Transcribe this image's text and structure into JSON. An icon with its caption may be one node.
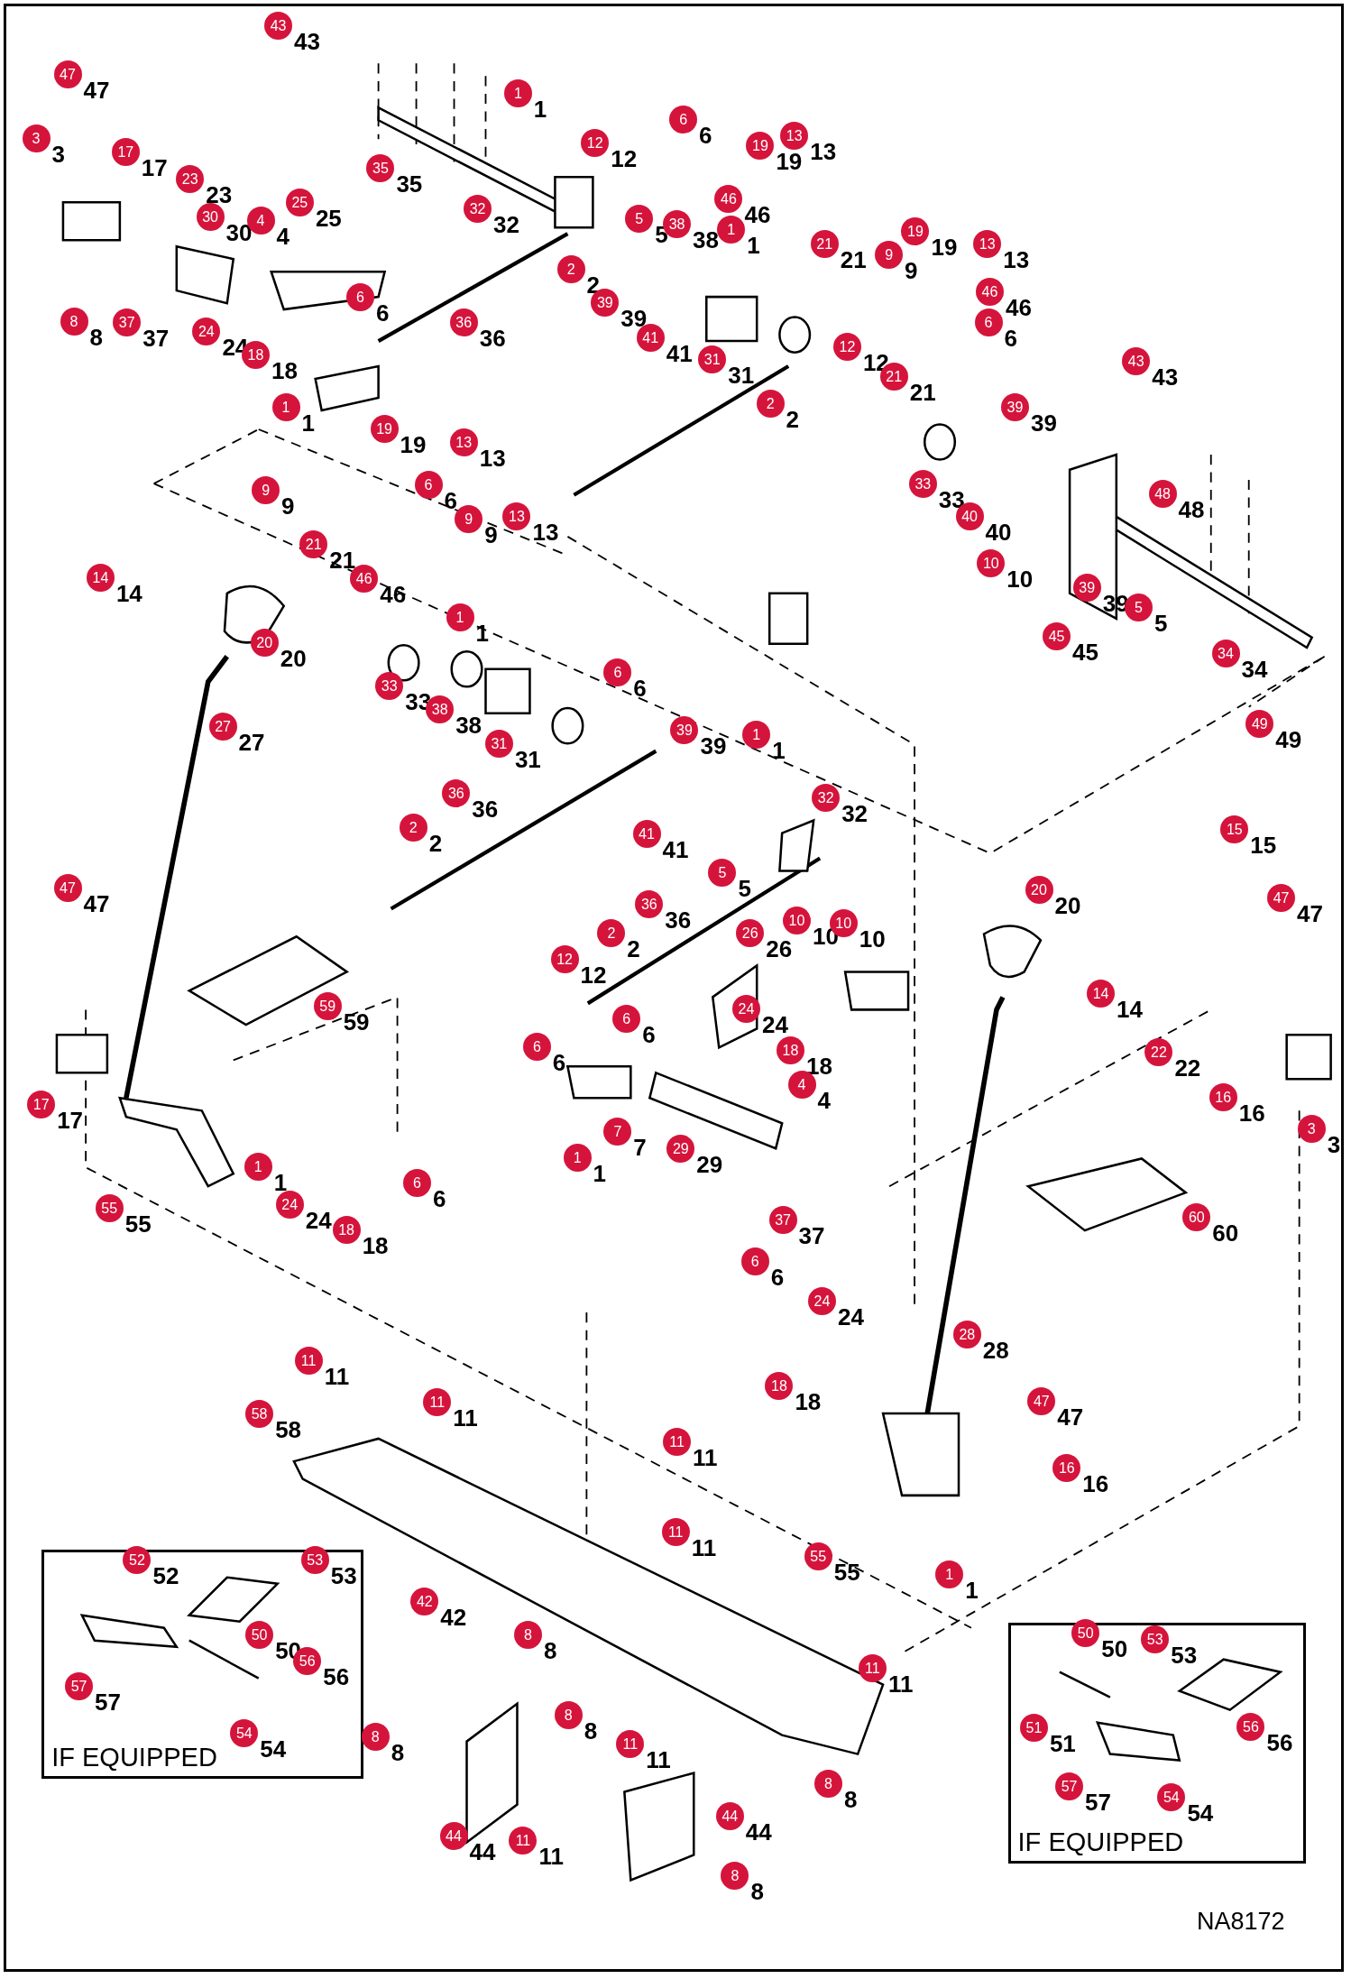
{
  "diagram": {
    "nodes": [
      {
        "text": [
          "IF EQUIPPED"
        ]
      },
      {
        "text": [
          "IF EQUIPPED"
        ]
      },
      {
        "text": [
          "43"
        ],
        "beside": [
          "43"
        ]
      },
      {
        "text": [
          "47"
        ],
        "beside": [
          "47"
        ]
      },
      {
        "text": [
          "3"
        ],
        "beside": [
          "3"
        ]
      },
      {
        "text": [
          "17"
        ],
        "beside": [
          "17"
        ]
      },
      {
        "text": [
          "23"
        ],
        "beside": [
          "23"
        ]
      },
      {
        "text": [
          "30"
        ],
        "beside": [
          "30"
        ]
      },
      {
        "text": [
          "4"
        ],
        "beside": [
          "4"
        ]
      },
      {
        "text": [
          "25"
        ],
        "beside": [
          "25"
        ]
      },
      {
        "text": [
          "8"
        ],
        "beside": [
          "8"
        ]
      },
      {
        "text": [
          "37"
        ],
        "beside": [
          "37"
        ]
      },
      {
        "text": [
          "24"
        ],
        "beside": [
          "24"
        ]
      },
      {
        "text": [
          "18"
        ],
        "beside": [
          "18"
        ]
      },
      {
        "text": [
          "6"
        ],
        "beside": [
          "6"
        ]
      },
      {
        "text": [
          "1"
        ],
        "beside": [
          "1"
        ]
      },
      {
        "text": [
          "19"
        ],
        "beside": [
          "19"
        ]
      },
      {
        "text": [
          "36"
        ],
        "beside": [
          "36"
        ]
      },
      {
        "text": [
          "35"
        ],
        "beside": [
          "35"
        ]
      },
      {
        "text": [
          "32"
        ],
        "beside": [
          "32"
        ]
      },
      {
        "text": [
          "1"
        ],
        "beside": [
          "1"
        ]
      },
      {
        "text": [
          "12"
        ],
        "beside": [
          "12"
        ]
      },
      {
        "text": [
          "5"
        ],
        "beside": [
          "5"
        ]
      },
      {
        "text": [
          "2"
        ],
        "beside": [
          "2"
        ]
      },
      {
        "text": [
          "6"
        ],
        "beside": [
          "6"
        ]
      },
      {
        "text": [
          "46"
        ],
        "beside": [
          "46"
        ]
      },
      {
        "text": [
          "38"
        ],
        "beside": [
          "38"
        ]
      },
      {
        "text": [
          "1"
        ],
        "beside": [
          "1"
        ]
      },
      {
        "text": [
          "19"
        ],
        "beside": [
          "19"
        ]
      },
      {
        "text": [
          "13"
        ],
        "beside": [
          "13"
        ]
      },
      {
        "text": [
          "21"
        ],
        "beside": [
          "21"
        ]
      },
      {
        "text": [
          "39"
        ],
        "beside": [
          "39"
        ]
      },
      {
        "text": [
          "41"
        ],
        "beside": [
          "41"
        ]
      },
      {
        "text": [
          "31"
        ],
        "beside": [
          "31"
        ]
      },
      {
        "text": [
          "12"
        ],
        "beside": [
          "12"
        ]
      },
      {
        "text": [
          "2"
        ],
        "beside": [
          "2"
        ]
      },
      {
        "text": [
          "9"
        ],
        "beside": [
          "9"
        ]
      },
      {
        "text": [
          "19"
        ],
        "beside": [
          "19"
        ]
      },
      {
        "text": [
          "13"
        ],
        "beside": [
          "13"
        ]
      },
      {
        "text": [
          "46"
        ],
        "beside": [
          "46"
        ]
      },
      {
        "text": [
          "6"
        ],
        "beside": [
          "6"
        ]
      },
      {
        "text": [
          "21"
        ],
        "beside": [
          "21"
        ]
      },
      {
        "text": [
          "39"
        ],
        "beside": [
          "39"
        ]
      },
      {
        "text": [
          "43"
        ],
        "beside": [
          "43"
        ]
      },
      {
        "text": [
          "33"
        ],
        "beside": [
          "33"
        ]
      },
      {
        "text": [
          "40"
        ],
        "beside": [
          "40"
        ]
      },
      {
        "text": [
          "48"
        ],
        "beside": [
          "48"
        ]
      },
      {
        "text": [
          "10"
        ],
        "beside": [
          "10"
        ]
      },
      {
        "text": [
          "39"
        ],
        "beside": [
          "39"
        ]
      },
      {
        "text": [
          "5"
        ],
        "beside": [
          "5"
        ]
      },
      {
        "text": [
          "45"
        ],
        "beside": [
          "45"
        ]
      },
      {
        "text": [
          "34"
        ],
        "beside": [
          "34"
        ]
      },
      {
        "text": [
          "13"
        ],
        "beside": [
          "13"
        ]
      },
      {
        "text": [
          "9"
        ],
        "beside": [
          "9"
        ]
      },
      {
        "text": [
          "6"
        ],
        "beside": [
          "6"
        ]
      },
      {
        "text": [
          "9"
        ],
        "beside": [
          "9"
        ]
      },
      {
        "text": [
          "13"
        ],
        "beside": [
          "13"
        ]
      },
      {
        "text": [
          "21"
        ],
        "beside": [
          "21"
        ]
      },
      {
        "text": [
          "46"
        ],
        "beside": [
          "46"
        ]
      },
      {
        "text": [
          "1"
        ],
        "beside": [
          "1"
        ]
      },
      {
        "text": [
          "14"
        ],
        "beside": [
          "14"
        ]
      },
      {
        "text": [
          "20"
        ],
        "beside": [
          "20"
        ]
      },
      {
        "text": [
          "33"
        ],
        "beside": [
          "33"
        ]
      },
      {
        "text": [
          "38"
        ],
        "beside": [
          "38"
        ]
      },
      {
        "text": [
          "31"
        ],
        "beside": [
          "31"
        ]
      },
      {
        "text": [
          "6"
        ],
        "beside": [
          "6"
        ]
      },
      {
        "text": [
          "27"
        ],
        "beside": [
          "27"
        ]
      },
      {
        "text": [
          "39"
        ],
        "beside": [
          "39"
        ]
      },
      {
        "text": [
          "1"
        ],
        "beside": [
          "1"
        ]
      },
      {
        "text": [
          "36"
        ],
        "beside": [
          "36"
        ]
      },
      {
        "text": [
          "32"
        ],
        "beside": [
          "32"
        ]
      },
      {
        "text": [
          "2"
        ],
        "beside": [
          "2"
        ]
      },
      {
        "text": [
          "41"
        ],
        "beside": [
          "41"
        ]
      },
      {
        "text": [
          "5"
        ],
        "beside": [
          "5"
        ]
      },
      {
        "text": [
          "49"
        ],
        "beside": [
          "49"
        ]
      },
      {
        "text": [
          "15"
        ],
        "beside": [
          "15"
        ]
      },
      {
        "text": [
          "47"
        ],
        "beside": [
          "47"
        ]
      },
      {
        "text": [
          "36"
        ],
        "beside": [
          "36"
        ]
      },
      {
        "text": [
          "2"
        ],
        "beside": [
          "2"
        ]
      },
      {
        "text": [
          "26"
        ],
        "beside": [
          "26"
        ]
      },
      {
        "text": [
          "10"
        ],
        "beside": [
          "10"
        ]
      },
      {
        "text": [
          "10"
        ],
        "beside": [
          "10"
        ]
      },
      {
        "text": [
          "12"
        ],
        "beside": [
          "12"
        ]
      },
      {
        "text": [
          "59"
        ],
        "beside": [
          "59"
        ]
      },
      {
        "text": [
          "20"
        ],
        "beside": [
          "20"
        ]
      },
      {
        "text": [
          "47"
        ],
        "beside": [
          "47"
        ]
      },
      {
        "text": [
          "14"
        ],
        "beside": [
          "14"
        ]
      },
      {
        "text": [
          "6"
        ],
        "beside": [
          "6"
        ]
      },
      {
        "text": [
          "24"
        ],
        "beside": [
          "24"
        ]
      },
      {
        "text": [
          "6"
        ],
        "beside": [
          "6"
        ]
      },
      {
        "text": [
          "18"
        ],
        "beside": [
          "18"
        ]
      },
      {
        "text": [
          "4"
        ],
        "beside": [
          "4"
        ]
      },
      {
        "text": [
          "22"
        ],
        "beside": [
          "22"
        ]
      },
      {
        "text": [
          "16"
        ],
        "beside": [
          "16"
        ]
      },
      {
        "text": [
          "3"
        ],
        "beside": [
          "3"
        ]
      },
      {
        "text": [
          "17"
        ],
        "beside": [
          "17"
        ]
      },
      {
        "text": [
          "7"
        ],
        "beside": [
          "7"
        ]
      },
      {
        "text": [
          "29"
        ],
        "beside": [
          "29"
        ]
      },
      {
        "text": [
          "1"
        ],
        "beside": [
          "1"
        ]
      },
      {
        "text": [
          "1"
        ],
        "beside": [
          "1"
        ]
      },
      {
        "text": [
          "6"
        ],
        "beside": [
          "6"
        ]
      },
      {
        "text": [
          "24"
        ],
        "beside": [
          "24"
        ]
      },
      {
        "text": [
          "18"
        ],
        "beside": [
          "18"
        ]
      },
      {
        "text": [
          "55"
        ],
        "beside": [
          "55"
        ]
      },
      {
        "text": [
          "37"
        ],
        "beside": [
          "37"
        ]
      },
      {
        "text": [
          "60"
        ],
        "beside": [
          "60"
        ]
      },
      {
        "text": [
          "6"
        ],
        "beside": [
          "6"
        ]
      },
      {
        "text": [
          "24"
        ],
        "beside": [
          "24"
        ]
      },
      {
        "text": [
          "28"
        ],
        "beside": [
          "28"
        ]
      },
      {
        "text": [
          "18"
        ],
        "beside": [
          "18"
        ]
      },
      {
        "text": [
          "11"
        ],
        "beside": [
          "11"
        ]
      },
      {
        "text": [
          "58"
        ],
        "beside": [
          "58"
        ]
      },
      {
        "text": [
          "11"
        ],
        "beside": [
          "11"
        ]
      },
      {
        "text": [
          "47"
        ],
        "beside": [
          "47"
        ]
      },
      {
        "text": [
          "11"
        ],
        "beside": [
          "11"
        ]
      },
      {
        "text": [
          "16"
        ],
        "beside": [
          "16"
        ]
      },
      {
        "text": [
          "11"
        ],
        "beside": [
          "11"
        ]
      },
      {
        "text": [
          "55"
        ],
        "beside": [
          "55"
        ]
      },
      {
        "text": [
          "1"
        ],
        "beside": [
          "1"
        ]
      },
      {
        "text": [
          "52"
        ],
        "beside": [
          "52"
        ],
        "in": 0
      },
      {
        "text": [
          "53"
        ],
        "beside": [
          "53"
        ],
        "in": 0
      },
      {
        "text": [
          "50"
        ],
        "beside": [
          "50"
        ],
        "in": 0
      },
      {
        "text": [
          "56"
        ],
        "beside": [
          "56"
        ],
        "in": 0
      },
      {
        "text": [
          "57"
        ],
        "beside": [
          "57"
        ],
        "in": 0
      },
      {
        "text": [
          "54"
        ],
        "beside": [
          "54"
        ],
        "in": 0
      },
      {
        "text": [
          "42"
        ],
        "beside": [
          "42"
        ]
      },
      {
        "text": [
          "8"
        ],
        "beside": [
          "8"
        ]
      },
      {
        "text": [
          "8"
        ],
        "beside": [
          "8"
        ]
      },
      {
        "text": [
          "8"
        ],
        "beside": [
          "8"
        ]
      },
      {
        "text": [
          "11"
        ],
        "beside": [
          "11"
        ]
      },
      {
        "text": [
          "11"
        ],
        "beside": [
          "11"
        ]
      },
      {
        "text": [
          "8"
        ],
        "beside": [
          "8"
        ]
      },
      {
        "text": [
          "44"
        ],
        "beside": [
          "44"
        ]
      },
      {
        "text": [
          "44"
        ],
        "beside": [
          "44"
        ]
      },
      {
        "text": [
          "11"
        ],
        "beside": [
          "11"
        ]
      },
      {
        "text": [
          "8"
        ],
        "beside": [
          "8"
        ]
      },
      {
        "text": [
          "50"
        ],
        "beside": [
          "50"
        ],
        "in": 1
      },
      {
        "text": [
          "53"
        ],
        "beside": [
          "53"
        ],
        "in": 1
      },
      {
        "text": [
          "51"
        ],
        "beside": [
          "51"
        ],
        "in": 1
      },
      {
        "text": [
          "56"
        ],
        "beside": [
          "56"
        ],
        "in": 1
      },
      {
        "text": [
          "57"
        ],
        "beside": [
          "57"
        ],
        "in": 1
      },
      {
        "text": [
          "54"
        ],
        "beside": [
          "54"
        ],
        "in": 1
      }
    ],
    "labels": [
      "NA8172"
    ]
  }
}
